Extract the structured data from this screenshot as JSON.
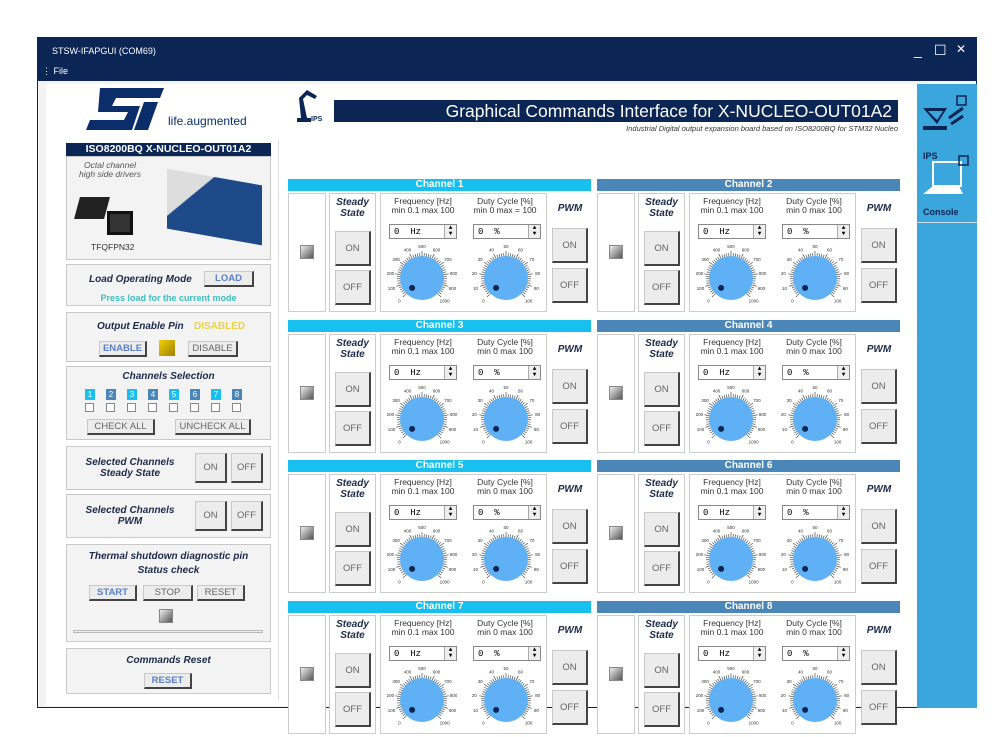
{
  "window": {
    "title": "STSW-IFAPGUI (COM69)",
    "menu": "File",
    "controls": [
      "_",
      "☐",
      "✕"
    ]
  },
  "logo": {
    "brand": "ST",
    "tagline": "life.augmented"
  },
  "board": {
    "title": "ISO8200BQ   X-NUCLEO-OUT01A2",
    "caption1": "Octal channel",
    "caption2": "high side drivers",
    "package": "TFQFPN32"
  },
  "header": {
    "title": "Graphical Commands Interface for X-NUCLEO-OUT01A2",
    "subtitle": "Industrial Digital output expansion board based on ISO8200BQ for STM32 Nucleo",
    "ips_label": "IPS"
  },
  "load": {
    "label": "Load Operating Mode",
    "button": "LOAD",
    "hint": "Press load for the current mode"
  },
  "output_enable": {
    "label": "Output Enable Pin",
    "status": "DISABLED",
    "enable": "ENABLE",
    "disable": "DISABLE",
    "status_color": "#e8c700"
  },
  "channels_selection": {
    "title": "Channels Selection",
    "numbers": [
      "1",
      "2",
      "3",
      "4",
      "5",
      "6",
      "7",
      "8"
    ],
    "check_all": "CHECK ALL",
    "uncheck_all": "UNCHECK ALL"
  },
  "sel_steady": {
    "line1": "Selected Channels",
    "line2": "Steady State",
    "on": "ON",
    "off": "OFF"
  },
  "sel_pwm": {
    "line1": "Selected Channels",
    "line2": "PWM",
    "on": "ON",
    "off": "OFF"
  },
  "thermal": {
    "line1": "Thermal shutdown diagnostic pin",
    "line2": "Status check",
    "start": "START",
    "stop": "STOP",
    "reset": "RESET"
  },
  "cmd_reset": {
    "title": "Commands Reset",
    "button": "RESET"
  },
  "sidebar": {
    "ips": "IPS",
    "console": "Console"
  },
  "colors": {
    "odd_header": "#17c0ee",
    "even_header": "#4a86b8",
    "knob": "#5fb0f5"
  },
  "channel_common": {
    "steady1": "Steady",
    "steady2": "State",
    "on": "ON",
    "off": "OFF",
    "pwm": "PWM",
    "freq1": "Frequency [Hz]",
    "freq2": "min 0.1 max 100",
    "duty1": "Duty Cycle [%]",
    "freq_ticks": [
      "0",
      "100",
      "200",
      "300",
      "400",
      "500",
      "600",
      "700",
      "800",
      "900",
      "1000"
    ],
    "duty_ticks": [
      "0",
      "10",
      "20",
      "30",
      "40",
      "50",
      "60",
      "70",
      "80",
      "90",
      "100"
    ]
  },
  "channels": [
    {
      "name": "Channel 1",
      "duty2": "min 0 max = 100",
      "freq": "0  Hz",
      "duty": "0  %"
    },
    {
      "name": "Channel 2",
      "duty2": "min 0 max 100",
      "freq": "0  Hz",
      "duty": "0  %"
    },
    {
      "name": "Channel 3",
      "duty2": "min 0 max 100",
      "freq": "0  Hz",
      "duty": "0  %"
    },
    {
      "name": "Channel 4",
      "duty2": "min 0 max 100",
      "freq": "0  Hz",
      "duty": "0  %"
    },
    {
      "name": "Channel 5",
      "duty2": "min 0 max 100",
      "freq": "0  Hz",
      "duty": "0  %"
    },
    {
      "name": "Channel 6",
      "duty2": "min 0 max 100",
      "freq": "0  Hz",
      "duty": "0  %"
    },
    {
      "name": "Channel 7",
      "duty2": "min 0 max 100",
      "freq": "0  Hz",
      "duty": "0  %"
    },
    {
      "name": "Channel 8",
      "duty2": "min 0 max 100",
      "freq": "0  Hz",
      "duty": "0  %"
    }
  ]
}
